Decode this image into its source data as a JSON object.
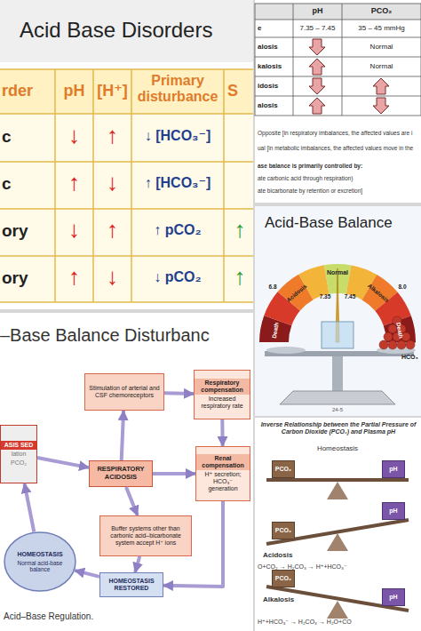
{
  "diagram": {
    "title": "Acid Base Disorders",
    "caption": "Acid–Base Regulation.",
    "nodes": [
      {
        "text": [
          "Stimulation of arterial and CSF chemoreceptors"
        ]
      },
      {
        "text": [
          "Respiratory compensation",
          "Increased respiratory rate"
        ]
      },
      {
        "text": [
          "RESPIRATORY ACIDOSIS"
        ]
      },
      {
        "text": [
          "Renal compensation",
          "H⁺ secretion; HCO₃⁻ generation"
        ]
      },
      {
        "text": [
          "ASIS SED",
          "lation",
          "PCO₂"
        ]
      },
      {
        "text": [
          "Buffer systems other than carbonic acid–bicarbonate system accept H⁺ ions"
        ]
      },
      {
        "text": [
          "HOMEOSTASIS",
          "Normal acid-base balance"
        ]
      },
      {
        "text": [
          "HOMEOSTASIS RESTORED"
        ]
      },
      {
        "text": [
          "PCO₂"
        ]
      },
      {
        "text": [
          "pH"
        ]
      },
      {
        "text": [
          "PCO₂"
        ]
      },
      {
        "text": [
          "pH"
        ]
      },
      {
        "text": [
          "PCO₂"
        ]
      },
      {
        "text": [
          "pH"
        ]
      }
    ],
    "edges": [
      {
        "from": 4,
        "to": 2,
        "arrow": "to"
      },
      {
        "from": 2,
        "to": 0,
        "arrow": "to"
      },
      {
        "from": 0,
        "to": 1,
        "arrow": "to"
      },
      {
        "from": 1,
        "to": 3,
        "arrow": "to"
      },
      {
        "from": 2,
        "to": 3,
        "arrow": "to"
      },
      {
        "from": 2,
        "to": 5,
        "arrow": "to"
      },
      {
        "from": 3,
        "to": 7,
        "arrow": "to"
      },
      {
        "from": 5,
        "to": 7,
        "arrow": "to"
      },
      {
        "from": 7,
        "to": 6,
        "arrow": "to"
      },
      {
        "from": 6,
        "to": 4,
        "arrow": "to"
      }
    ],
    "labels": [
      "rder",
      "pH",
      "[H⁺]",
      "Primary disturbance",
      "S",
      "c",
      "↓",
      "↑",
      "↓ [HCO₃⁻]",
      "c",
      "↑",
      "↓",
      "↑ [HCO₃⁻]",
      "ory",
      "↓",
      "↑",
      "↑ pCO₂",
      "↑",
      "ory",
      "↑",
      "↓",
      "↓ pCO₂",
      "↑",
      "pH",
      "PCO₂",
      "e",
      "7.35 – 7.45",
      "35 – 45 mmHg",
      "alosis",
      "Normal",
      "kalosis",
      "Normal",
      "idosis",
      "alosis",
      "Opposite [in respiratory imbalances, the affected values are i",
      "ual [in metabolic imbalances, the affected values move in the",
      "ase balance is primarily controlled by:",
      "ate carbonic acid through respiration)",
      "ate bicarbonate by retention or excretion]",
      "Acid-Base Balance",
      "Death",
      "6.8",
      "Acidosis",
      "Normal",
      "7.35",
      "7.45",
      "Alkalosis",
      "8.0",
      "Death",
      "HCO₃",
      "24-5",
      "–Base Balance Disturbanc",
      "Inverse Relationship between the Partial Pressure of Carbon Dioxide (PCO₂) and Plasma pH",
      "Homeostasis",
      "Acidosis",
      "O+CO₂ → H₂CO₃ → H⁺+HCO₃⁻",
      "Alkalosis",
      "H⁺+HCO₃⁻ → H₂CO₃ → H₂O+CO"
    ]
  }
}
